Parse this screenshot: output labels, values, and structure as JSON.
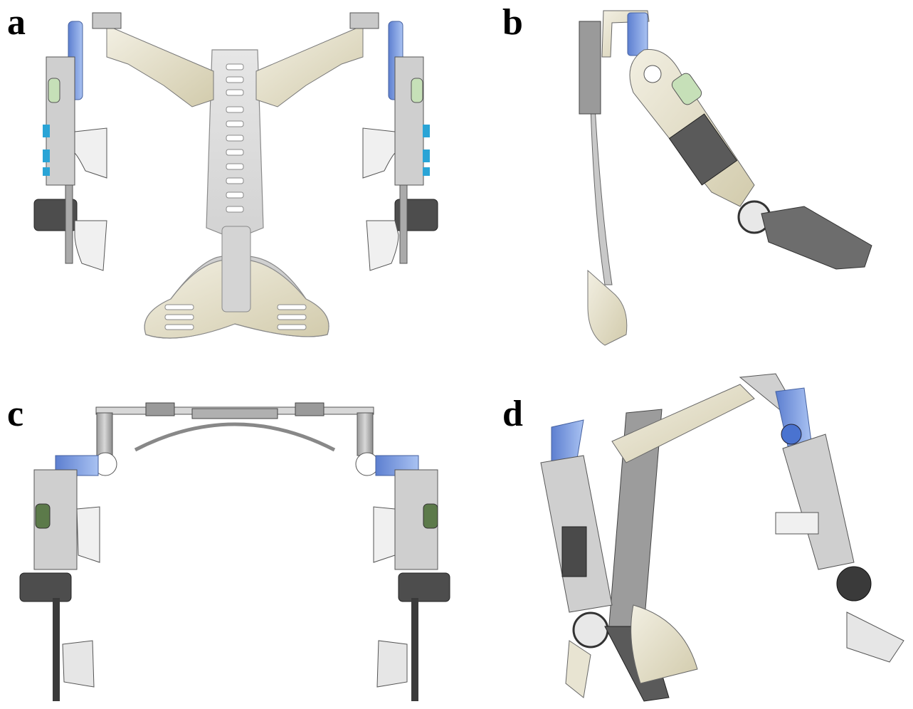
{
  "figure": {
    "panels": [
      {
        "id": "a",
        "label": "a"
      },
      {
        "id": "b",
        "label": "b"
      },
      {
        "id": "c",
        "label": "c"
      },
      {
        "id": "d",
        "label": "d"
      }
    ]
  },
  "colors": {
    "metal_light": "#e8e4d2",
    "metal_beige": "#d6d0b4",
    "plate_grey": "#d9d9d9",
    "plate_dark": "#7a7a7a",
    "frame_dark": "#4a4a4a",
    "joint_blue": "#7d9ee0",
    "accent_cyan": "#2aa4d6",
    "accent_green": "#c6e0b8",
    "outline": "#555555"
  }
}
